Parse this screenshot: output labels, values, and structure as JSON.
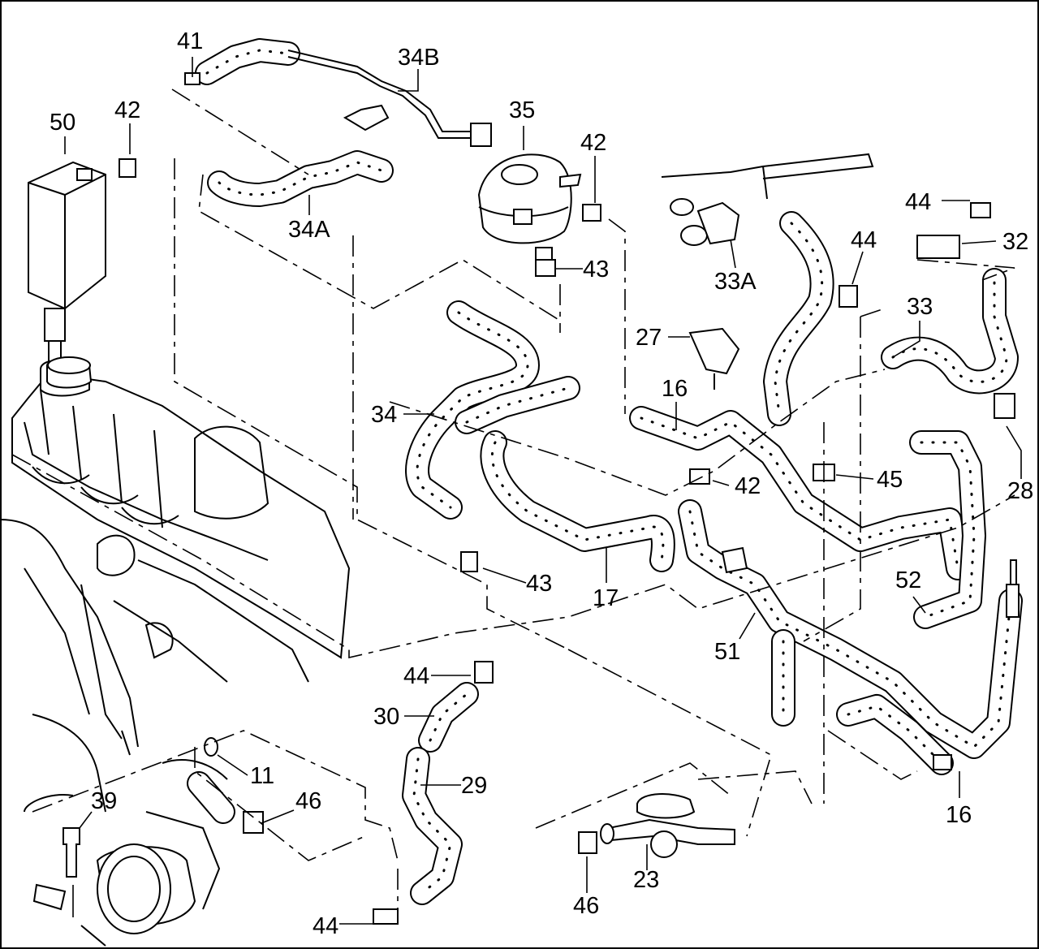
{
  "callouts": {
    "c41": "41",
    "c34b": "34B",
    "c50": "50",
    "c42a": "42",
    "c35": "35",
    "c42b": "42",
    "c44a": "44",
    "c32": "32",
    "c44b": "44",
    "c34a": "34A",
    "c43a": "43",
    "c33a": "33A",
    "c33": "33",
    "c27": "27",
    "c16a": "16",
    "c34": "34",
    "c42c": "42",
    "c45": "45",
    "c28": "28",
    "c43b": "43",
    "c17": "17",
    "c52": "52",
    "c51": "51",
    "c44c": "44",
    "c30": "30",
    "c29": "29",
    "c11": "11",
    "c39": "39",
    "c46a": "46",
    "c16b": "16",
    "c23": "23",
    "c46b": "46",
    "c44d": "44"
  },
  "colors": {
    "line": "#000000",
    "background": "#ffffff"
  }
}
